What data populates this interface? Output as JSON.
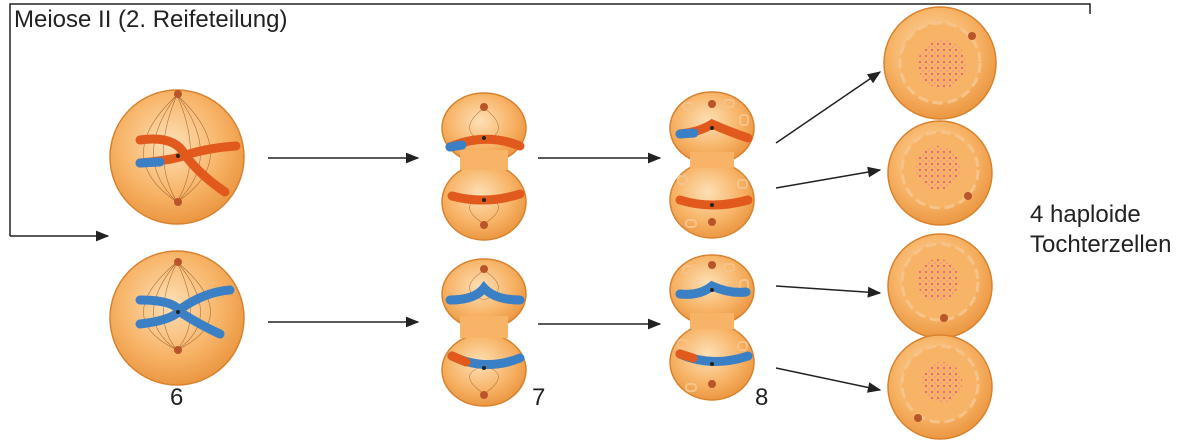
{
  "title": "Meiose II (2. Reifeteilung)",
  "stage_labels": [
    "6",
    "7",
    "8"
  ],
  "result_label_line1": "4 haploide",
  "result_label_line2": "Tochterzellen",
  "colors": {
    "cell": "#f4a24a",
    "cell_light": "#fbd3a0",
    "chromosome_orange": "#e2591e",
    "chromosome_blue": "#3b7fc4",
    "centrosome": "#b8552a",
    "nucleus_dots": "#e8607a",
    "line": "#222222"
  }
}
